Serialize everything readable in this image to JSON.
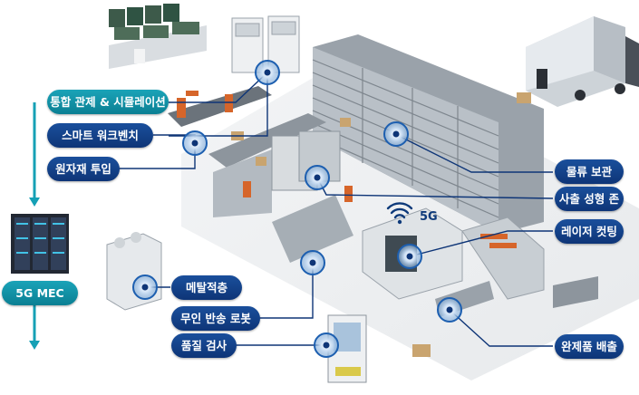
{
  "labels": {
    "integrated_control": "통합 관제 & 시뮬레이션",
    "smart_workbench": "스마트 워크벤치",
    "raw_material_input": "원자재 투입",
    "logistics_storage": "물류 보관",
    "injection_molding_zone": "사출 성형 존",
    "laser_cutting": "레이저 컷팅",
    "metal_additive": "메탈적층",
    "agv_robot": "무인 반송 로봇",
    "quality_inspection": "품질 검사",
    "finished_goods_out": "완제품 배출",
    "mec": "5G MEC",
    "wireless": "5G"
  },
  "colors": {
    "pill": "#123f86",
    "teal": "#1594aa",
    "arrow": "#15a0b5"
  }
}
